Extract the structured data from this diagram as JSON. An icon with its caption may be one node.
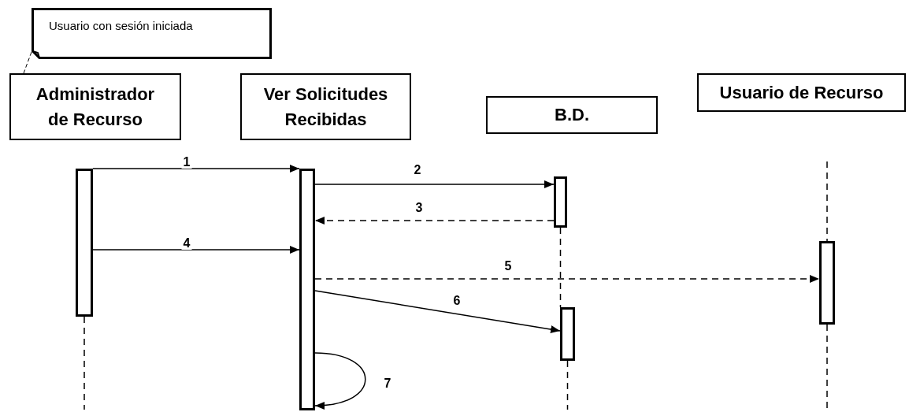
{
  "diagram": {
    "nodes": [
      {
        "text": [
          "Usuario con sesión iniciada"
        ]
      },
      {
        "text": [
          "Administrador de Recurso"
        ]
      },
      {
        "text": [
          "Ver Solicitudes Recibidas"
        ]
      },
      {
        "text": [
          "B.D."
        ]
      },
      {
        "text": [
          "Usuario de Recurso"
        ]
      },
      {
        "text": [],
        "shape": "bar"
      },
      {
        "text": [],
        "shape": "bar"
      },
      {
        "text": [],
        "shape": "bar"
      },
      {
        "text": [],
        "shape": "bar"
      },
      {
        "text": [],
        "shape": "bar"
      }
    ],
    "edges": [
      {
        "from": 0,
        "to": 1,
        "arrow": "none",
        "style": "dashed"
      },
      {
        "from": 5,
        "to": 6,
        "arrow": "to",
        "label": "1"
      },
      {
        "from": 6,
        "to": 7,
        "arrow": "to",
        "label": "2"
      },
      {
        "from": 7,
        "to": 6,
        "arrow": "to",
        "label": "3",
        "style": "dashed"
      },
      {
        "from": 5,
        "to": 6,
        "arrow": "to",
        "label": "4"
      },
      {
        "from": 6,
        "to": 9,
        "arrow": "to",
        "label": "5",
        "style": "dashed"
      },
      {
        "from": 6,
        "to": 8,
        "arrow": "to",
        "label": "6"
      },
      {
        "from": 6,
        "to": 6,
        "arrow": "to",
        "label": "7"
      },
      {
        "from": 5,
        "to": null,
        "arrow": "none",
        "style": "dashed"
      },
      {
        "from": 7,
        "to": 8,
        "arrow": "none",
        "style": "dashed"
      },
      {
        "from": 8,
        "to": null,
        "arrow": "none",
        "style": "dashed"
      },
      {
        "from": null,
        "to": 9,
        "arrow": "none",
        "style": "dashed"
      },
      {
        "from": 9,
        "to": null,
        "arrow": "none",
        "style": "dashed"
      }
    ]
  }
}
